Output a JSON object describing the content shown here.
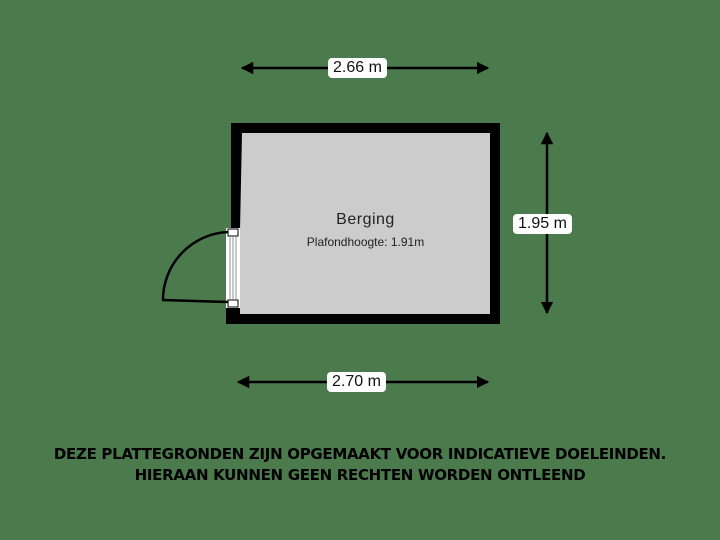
{
  "floorplan": {
    "room": {
      "name": "Berging",
      "ceiling_height": "Plafondhoogte: 1.91m",
      "fill_color": "#cccccc",
      "wall_color": "#000000"
    },
    "dimensions": {
      "top_width": "2.66 m",
      "right_height": "1.95 m",
      "bottom_width": "2.70 m"
    },
    "background_color": "#4b7a4d"
  },
  "disclaimer": {
    "line1": "DEZE PLATTEGRONDEN ZIJN OPGEMAAKT VOOR INDICATIEVE DOELEINDEN.",
    "line2": "HIERAAN KUNNEN GEEN RECHTEN WORDEN ONTLEEND"
  }
}
